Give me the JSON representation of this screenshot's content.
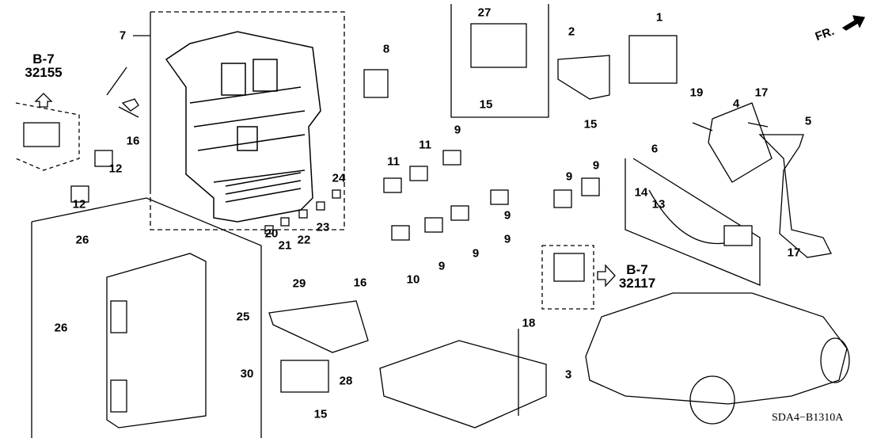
{
  "diagram": {
    "callouts": [
      "7",
      "8",
      "27",
      "1",
      "2",
      "15",
      "15",
      "16",
      "12",
      "12",
      "19",
      "17",
      "4",
      "5",
      "6",
      "14",
      "13",
      "17",
      "11",
      "11",
      "9",
      "9",
      "9",
      "9",
      "9",
      "9",
      "9",
      "10",
      "24",
      "23",
      "22",
      "21",
      "20",
      "16",
      "26",
      "26",
      "25",
      "29",
      "30",
      "28",
      "15",
      "18",
      "3"
    ],
    "ref_left": {
      "line1": "B-7",
      "line2": "32155"
    },
    "ref_right": {
      "line1": "B-7",
      "line2": "32117"
    },
    "direction_label": "FR.",
    "diagram_code": "SDA4−B1310A"
  }
}
